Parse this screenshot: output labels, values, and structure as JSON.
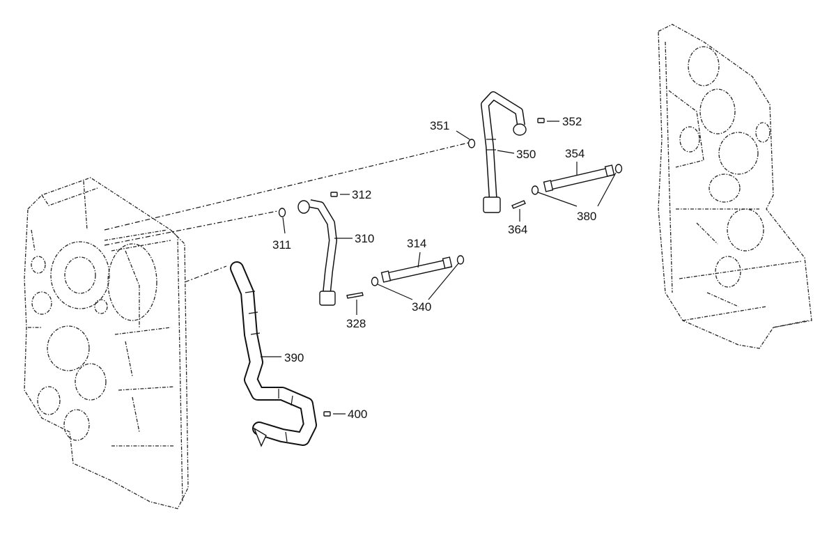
{
  "callouts": {
    "c311": "311",
    "c312": "312",
    "c310": "310",
    "c314": "314",
    "c340": "340",
    "c328": "328",
    "c390": "390",
    "c400": "400",
    "c351": "351",
    "c350": "350",
    "c352": "352",
    "c354": "354",
    "c364": "364",
    "c380": "380"
  }
}
